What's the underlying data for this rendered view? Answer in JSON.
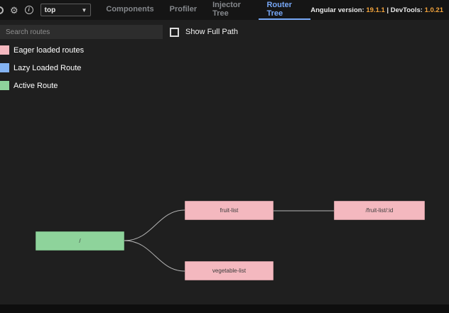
{
  "topbar": {
    "frame_dropdown_value": "top",
    "tabs": [
      {
        "label": "Components",
        "active": false
      },
      {
        "label": "Profiler",
        "active": false
      },
      {
        "label": "Injector Tree",
        "active": false
      },
      {
        "label": "Router Tree",
        "active": true
      }
    ],
    "version": {
      "prefix": "Angular version: ",
      "angular": "19.1.1",
      "middle": " | DevTools: ",
      "devtools": "1.0.21"
    }
  },
  "toolbar": {
    "search_placeholder": "Search routes",
    "show_full_path_label": "Show Full Path",
    "show_full_path_checked": false
  },
  "legend": {
    "items": [
      {
        "label": "Eager loaded routes",
        "color": "#f4b8bf"
      },
      {
        "label": "Lazy Loaded Route",
        "color": "#84b3f2"
      },
      {
        "label": "Active Route",
        "color": "#8ed39b"
      }
    ]
  },
  "graph": {
    "colors": {
      "eager": "#f4b8bf",
      "lazy": "#84b3f2",
      "active": "#8ed39b"
    },
    "nodes": [
      {
        "label": "/",
        "type": "active"
      },
      {
        "label": "fruit-list",
        "type": "eager"
      },
      {
        "label": "/fruit-list/:id",
        "type": "eager"
      },
      {
        "label": "vegetable-list",
        "type": "eager"
      }
    ]
  }
}
